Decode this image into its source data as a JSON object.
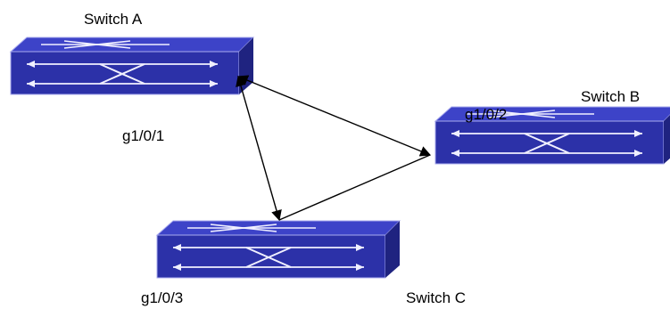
{
  "diagram": {
    "switches": {
      "a": {
        "label": "Switch A"
      },
      "b": {
        "label": "Switch B"
      },
      "c": {
        "label": "Switch C"
      }
    },
    "ports": {
      "a": "g1/0/1",
      "b": "g1/0/2",
      "c": "g1/0/3"
    },
    "links": [
      {
        "from": "Switch A",
        "to": "Switch B"
      },
      {
        "from": "Switch A",
        "to": "Switch C"
      },
      {
        "from": "Switch B",
        "to": "Switch C"
      }
    ]
  },
  "colors": {
    "switch_top": "#3d43c8",
    "switch_front": "#2c31a8",
    "switch_side": "#1f2380",
    "switch_edge": "#a9abee",
    "arrow_glyph": "#f0f0ff",
    "link": "#000000"
  }
}
